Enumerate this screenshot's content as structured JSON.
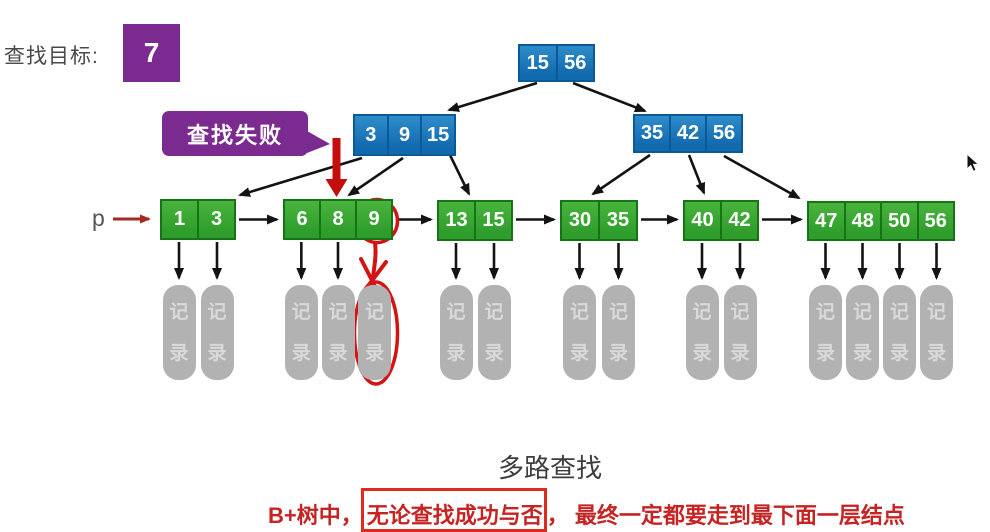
{
  "header": {
    "label": "查找目标:",
    "value": "7"
  },
  "callout": {
    "text": "查找失败"
  },
  "pointer": {
    "label": "p"
  },
  "tree": {
    "root": [
      "15",
      "56"
    ],
    "internal_left": [
      "3",
      "9",
      "15"
    ],
    "internal_right": [
      "35",
      "42",
      "56"
    ],
    "leaves": [
      [
        "1",
        "3"
      ],
      [
        "6",
        "8",
        "9"
      ],
      [
        "13",
        "15"
      ],
      [
        "30",
        "35"
      ],
      [
        "40",
        "42"
      ],
      [
        "47",
        "48",
        "50",
        "56"
      ]
    ],
    "record_label": "记录"
  },
  "caption": {
    "title": "多路查找"
  },
  "note": {
    "prefix": "B+树中，",
    "boxed": "无论查找成功与否",
    "suffix": "， 最终一定都要走到最下面一层结点"
  },
  "colors": {
    "internal_node_blue": "#1273b9",
    "leaf_node_green": "#3aa836",
    "record_gray": "#b2b2b2",
    "accent_purple": "#7b2b8f",
    "annotation_red": "#d31414",
    "note_text_red": "#c62323"
  }
}
